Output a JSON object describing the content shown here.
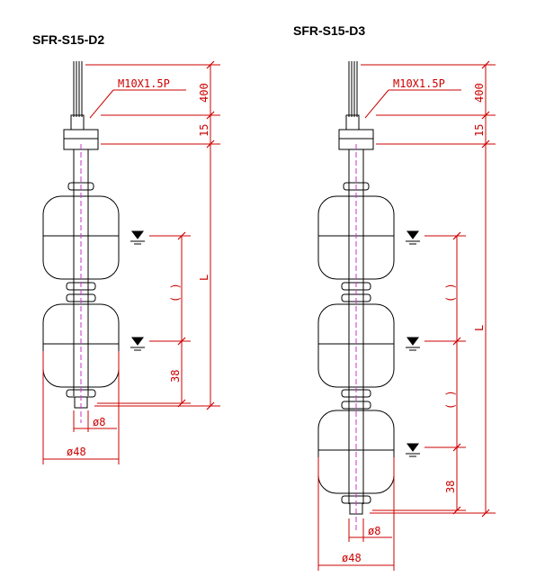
{
  "diagrams": [
    {
      "title": "SFR-S15-D2",
      "thread": "M10X1.5P",
      "cable_len": "400",
      "nut_len": "15",
      "total_len": "L",
      "spacing": "( )",
      "bottom_offset": "38",
      "stem_dia": "ø8",
      "float_dia": "ø48"
    },
    {
      "title": "SFR-S15-D3",
      "thread": "M10X1.5P",
      "cable_len": "400",
      "nut_len": "15",
      "total_len": "L",
      "spacing": "( )",
      "bottom_offset": "38",
      "stem_dia": "ø8",
      "float_dia": "ø48"
    }
  ],
  "colors": {
    "outline": "#000000",
    "dimension": "#cc0000",
    "centerline": "#cc33cc"
  }
}
